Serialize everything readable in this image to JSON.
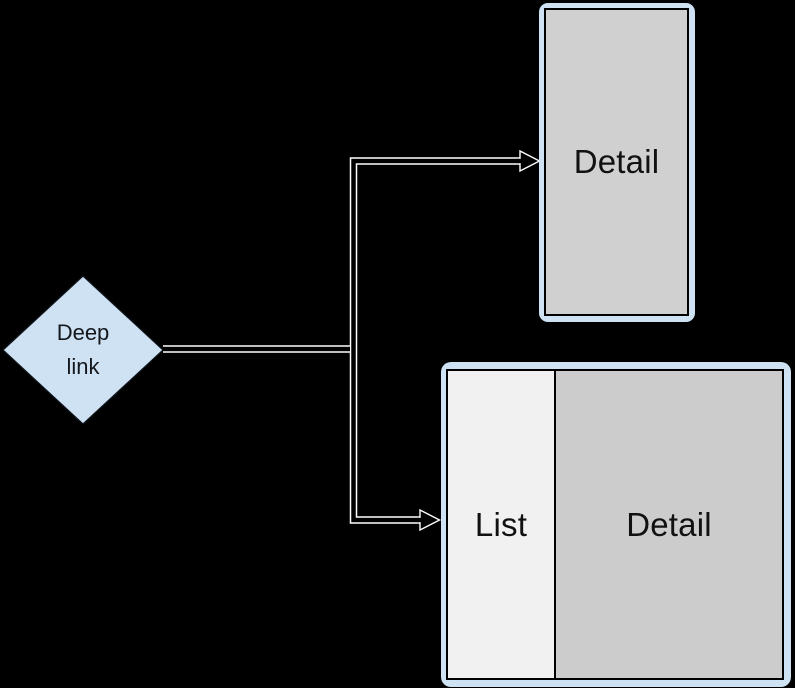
{
  "background": "#000000",
  "diagram": {
    "deep_link": {
      "lines": [
        "Deep",
        "link"
      ],
      "fill": "#cfe2f3",
      "stroke": "#10151c"
    },
    "detail_screen": {
      "label": "Detail",
      "frame_fill": "#cfe2f3",
      "screen_fill": "#d0d0d0"
    },
    "list_detail_screen": {
      "list_label": "List",
      "detail_label": "Detail",
      "frame_fill": "#cfe2f3",
      "list_fill": "#f1f1f1",
      "detail_fill": "#cccccc"
    },
    "arrows": {
      "outline": "#ffffff",
      "core": "#000000"
    }
  }
}
